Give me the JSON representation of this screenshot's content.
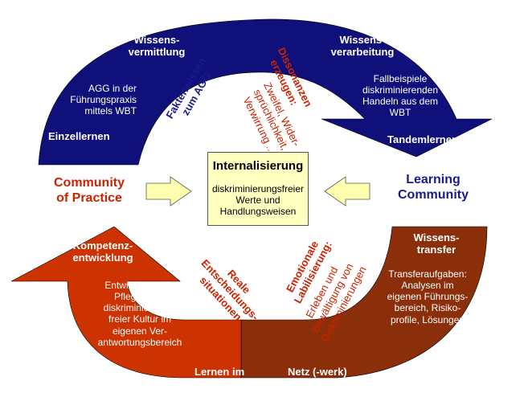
{
  "colors": {
    "blue_arrow": "#10107a",
    "red_arrow": "#cc3300",
    "brown_arrow": "#8b2e0a",
    "center_box": "#ffffc0",
    "side_arrow": "#ffffb0",
    "red_text": "#cc2200",
    "blue_text": "#1a1a8c"
  },
  "top_left": {
    "title": "Wissens-\nvermittlung",
    "text": "AGG in der\nFührungspraxis\nmittels WBT",
    "footer": "Einzellernen"
  },
  "top_right": {
    "title": "Wissens-\nverarbeitung",
    "text": "Fallbeispiele\ndiskriminierenden\nHandeln aus dem\nWBT",
    "footer": "Tandemlernen"
  },
  "bottom_right": {
    "title": "Wissens-\ntransfer",
    "text": "Transferaufgaben:\nAnalysen im\neigenen Führungs-\nbereich, Risiko-\nprofile, Lösungen"
  },
  "bottom_left": {
    "title": "Kompetenz-\nentwicklung",
    "text": "Entwicklung und\nPflege einer\ndiskriminierungs-\nfreier Kultur im\neigenen Ver-\nantwortungsbereich"
  },
  "bottom_label": {
    "left": "Lernen im",
    "right": "Netz (-werk)"
  },
  "left_side": "Community\nof Practice",
  "right_side": "Learning\nCommunity",
  "center": {
    "title": "Internalisierung",
    "text": "diskriminierungsfreier\nWerte und\nHandlungsweisen"
  },
  "rotated": {
    "faktenwissen": "Faktenwissen\nzum AGG",
    "dissonanzen_title": "Dissonanzen\nerzeugen:",
    "dissonanzen_text": "Zweifel, Wider-\nsprüchlichkeit,\nVerwirrung ...",
    "reale": "Reale\nEntscheidungs-\nsituationen",
    "emotionale_title": "Emotionale\nLabilisierung:",
    "emotionale_text": "Erleben und\nBewältigung von\nDiskriminierungen"
  }
}
